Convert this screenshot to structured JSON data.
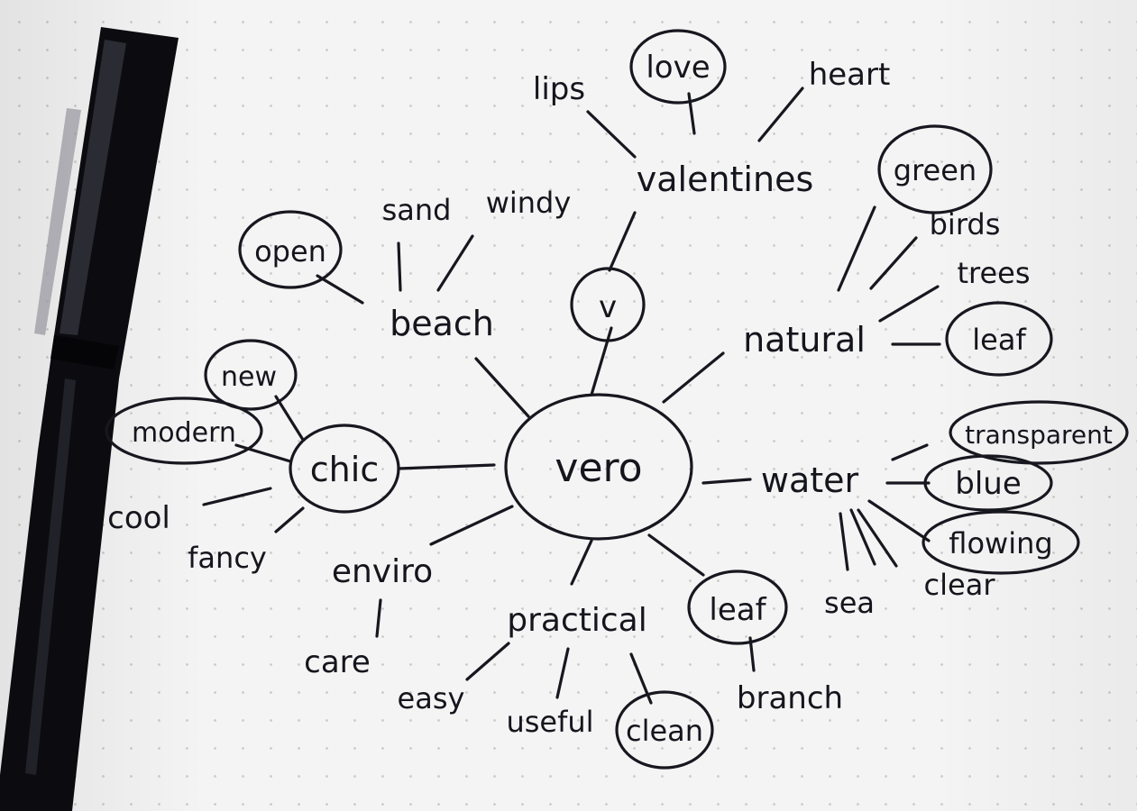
{
  "center": "vero",
  "branches": {
    "valentines": {
      "label": "valentines",
      "hub": "v",
      "words": [
        "lips",
        "love",
        "heart"
      ]
    },
    "beach": {
      "label": "beach",
      "words": [
        "open",
        "sand",
        "windy"
      ]
    },
    "natural": {
      "label": "natural",
      "words": [
        "green",
        "birds",
        "trees",
        "leaf"
      ]
    },
    "chic": {
      "label": "chic",
      "words": [
        "new",
        "modern",
        "cool",
        "fancy"
      ]
    },
    "water": {
      "label": "water",
      "words": [
        "transparent",
        "blue",
        "flowing",
        "clear",
        "sea"
      ]
    },
    "enviro": {
      "label": "enviro",
      "words": [
        "care"
      ]
    },
    "practical": {
      "label": "practical",
      "words": [
        "easy",
        "useful",
        "clean"
      ]
    },
    "leaf_branch": {
      "label": "leaf",
      "words": [
        "branch"
      ]
    }
  },
  "colors": {
    "ink": "#17171f",
    "paper": "#f4f4f4",
    "dot": "#c9c9c9",
    "pen_body": "#0c0c10"
  },
  "objects": [
    "pen-icon"
  ]
}
